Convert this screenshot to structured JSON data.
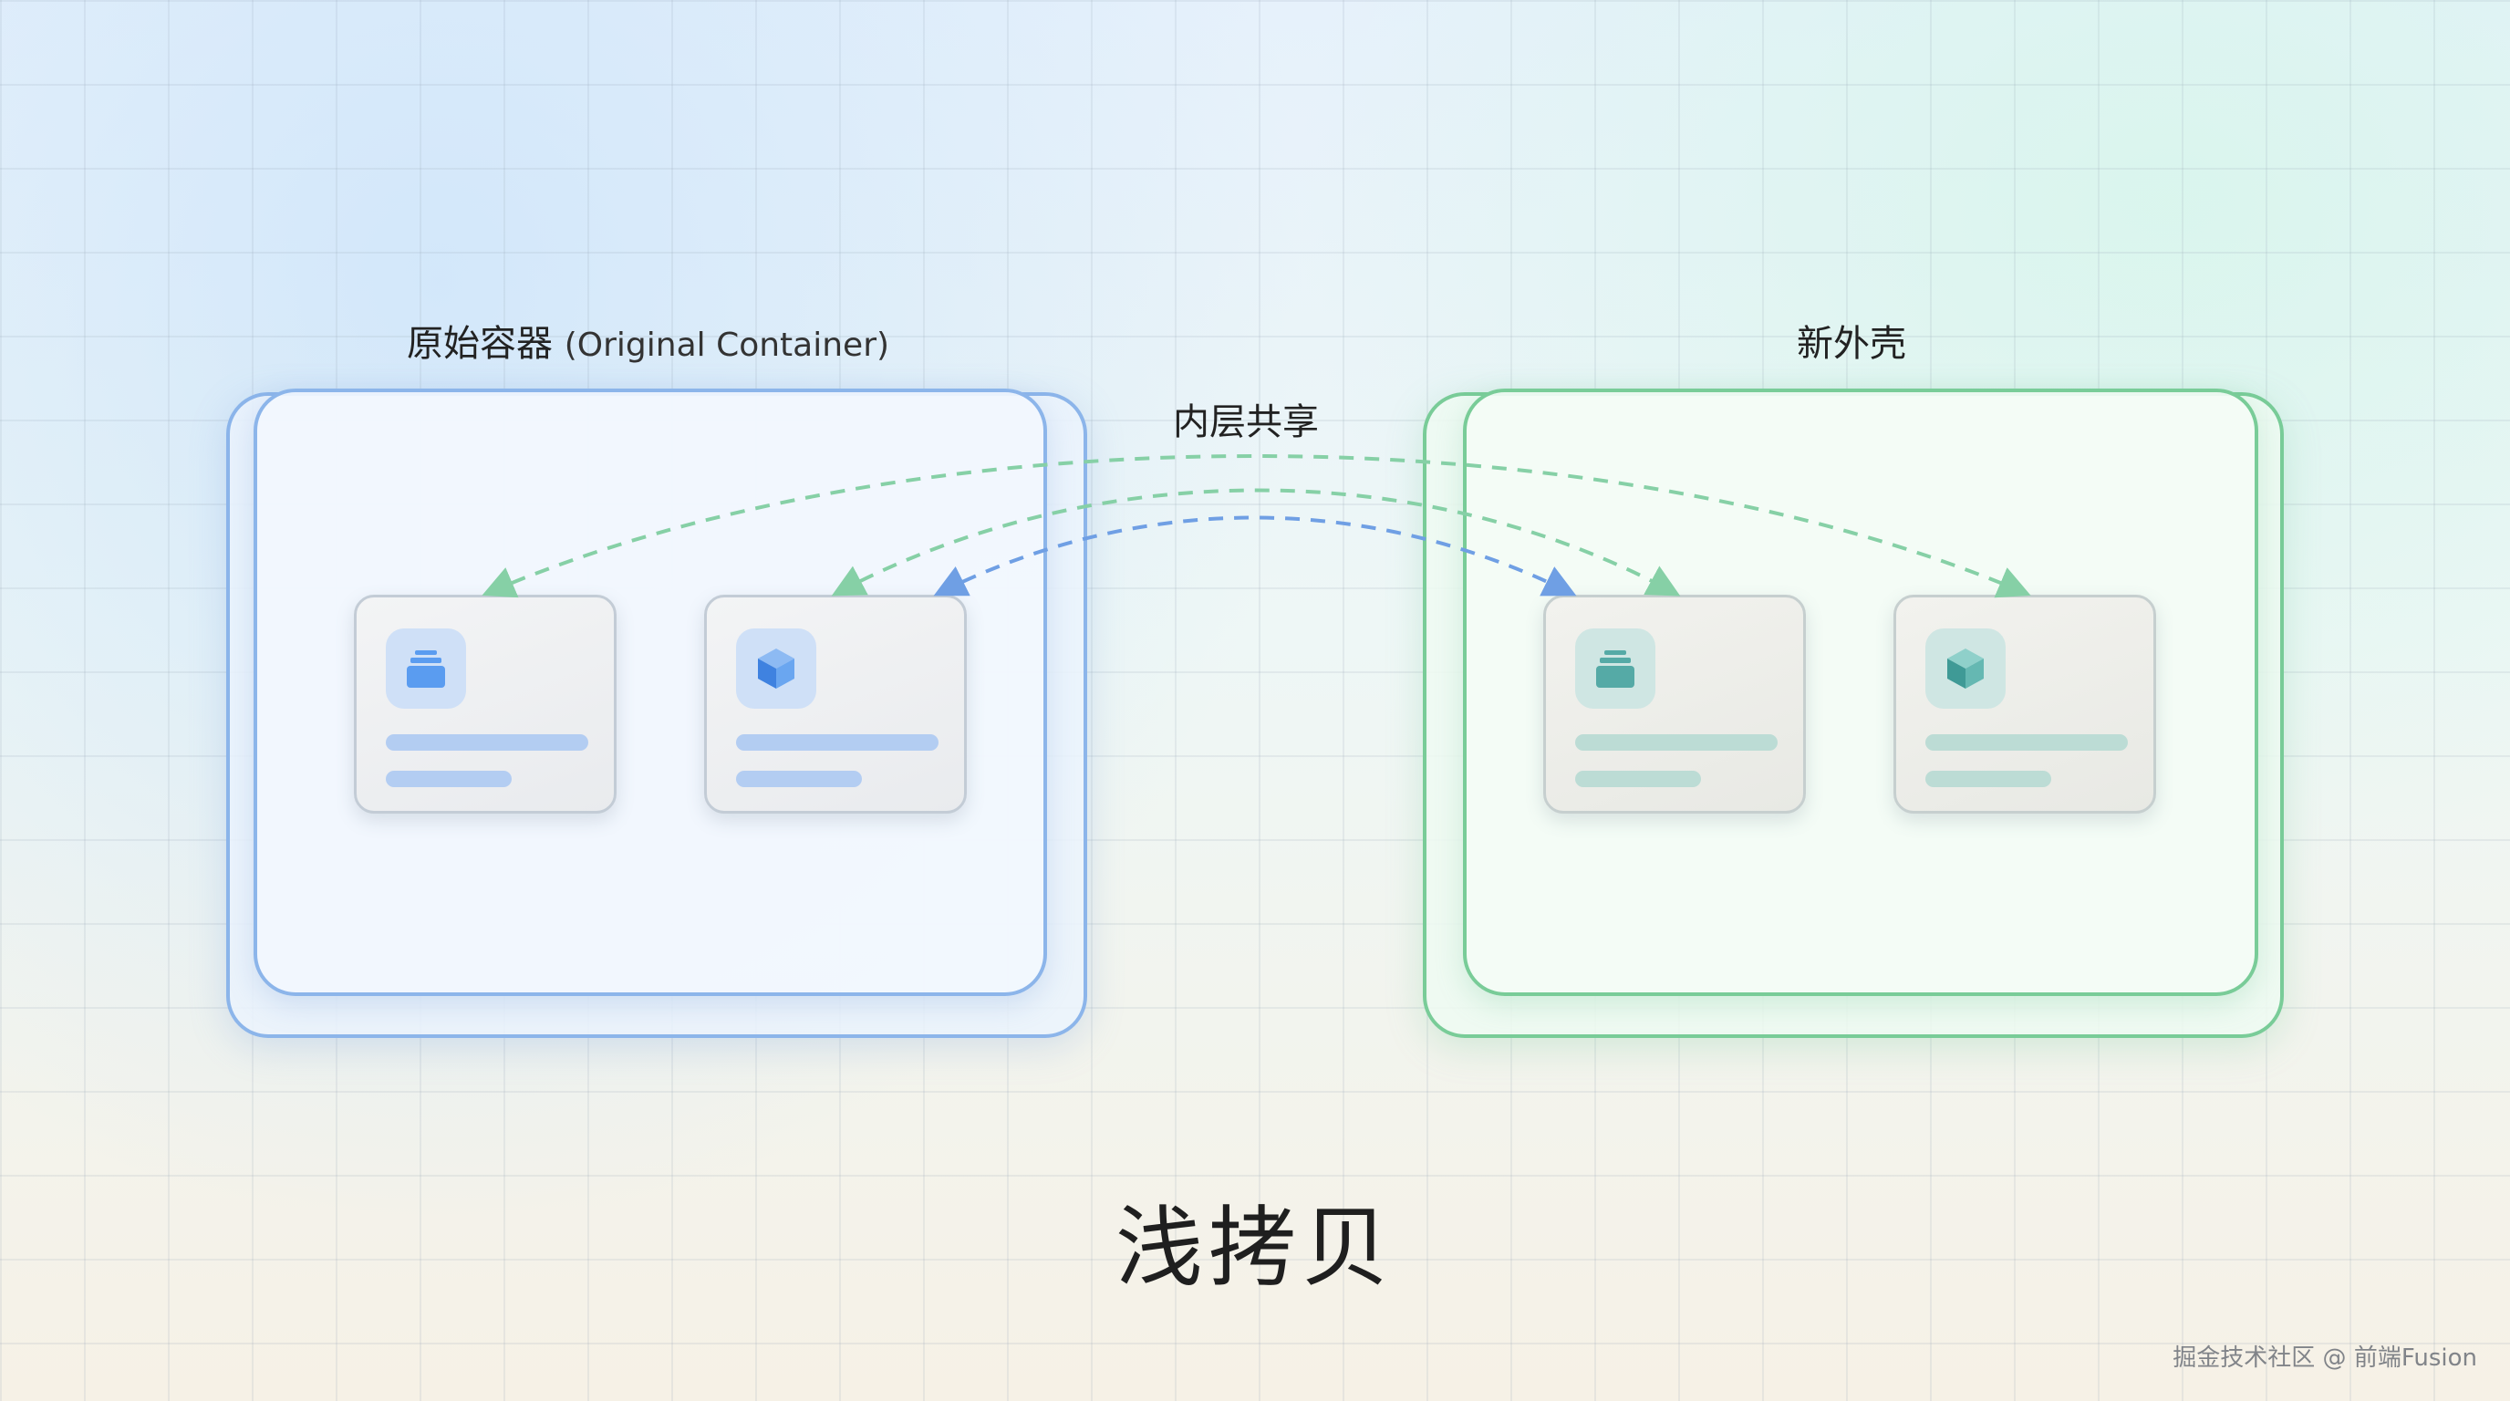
{
  "labels": {
    "original": "原始容器",
    "original_en": "(Original Container)",
    "shared": "内层共享",
    "new_shell": "新外壳",
    "title": "浅拷贝",
    "watermark": "掘金技术社区 @ 前端Fusion"
  },
  "colors": {
    "blue": "#8cb5ea",
    "green": "#79cc98",
    "blue_icon": "#5a9cf0",
    "teal_icon": "#55aaa6",
    "arrow_green": "#86d0a6",
    "arrow_blue": "#6f9fe4"
  },
  "cards": [
    {
      "group": "original",
      "icon": "stack-icon"
    },
    {
      "group": "original",
      "icon": "cube-icon"
    },
    {
      "group": "new-shell",
      "icon": "stack-icon"
    },
    {
      "group": "new-shell",
      "icon": "cube-icon"
    }
  ]
}
